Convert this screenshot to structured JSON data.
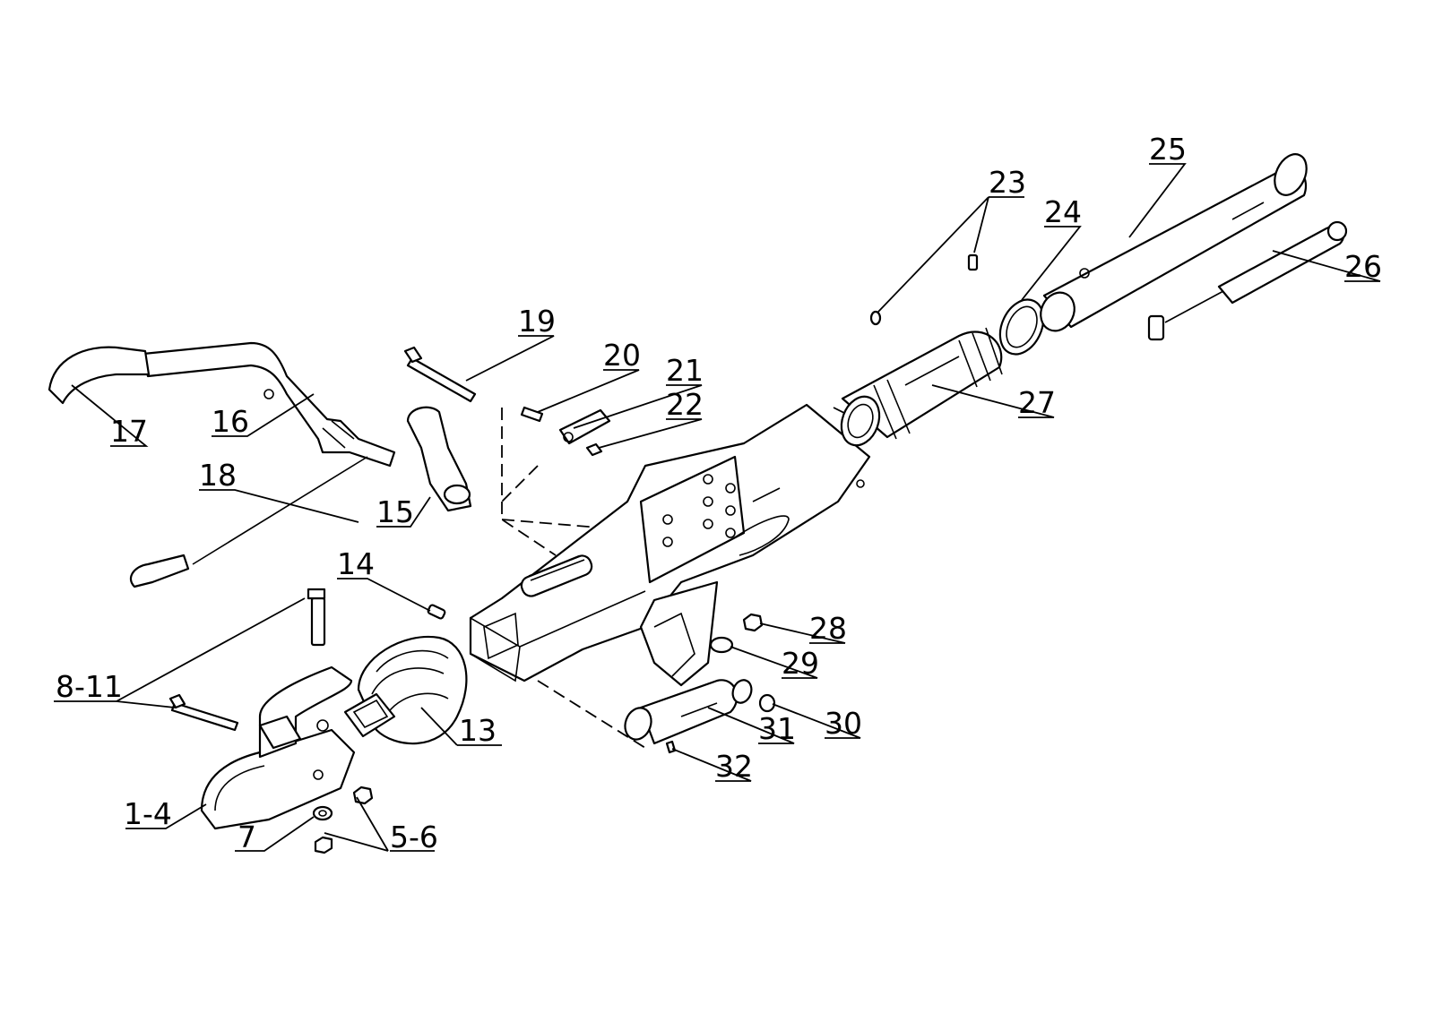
{
  "labels": {
    "l1_4": "1-4",
    "l5_6": "5-6",
    "l7": "7",
    "l8_11": "8-11",
    "l13": "13",
    "l14": "14",
    "l15": "15",
    "l16": "16",
    "l17": "17",
    "l18": "18",
    "l19": "19",
    "l20": "20",
    "l21": "21",
    "l22": "22",
    "l23": "23",
    "l24": "24",
    "l25": "25",
    "l26": "26",
    "l27": "27",
    "l28": "28",
    "l29": "29",
    "l30": "30",
    "l31": "31",
    "l32": "32"
  }
}
